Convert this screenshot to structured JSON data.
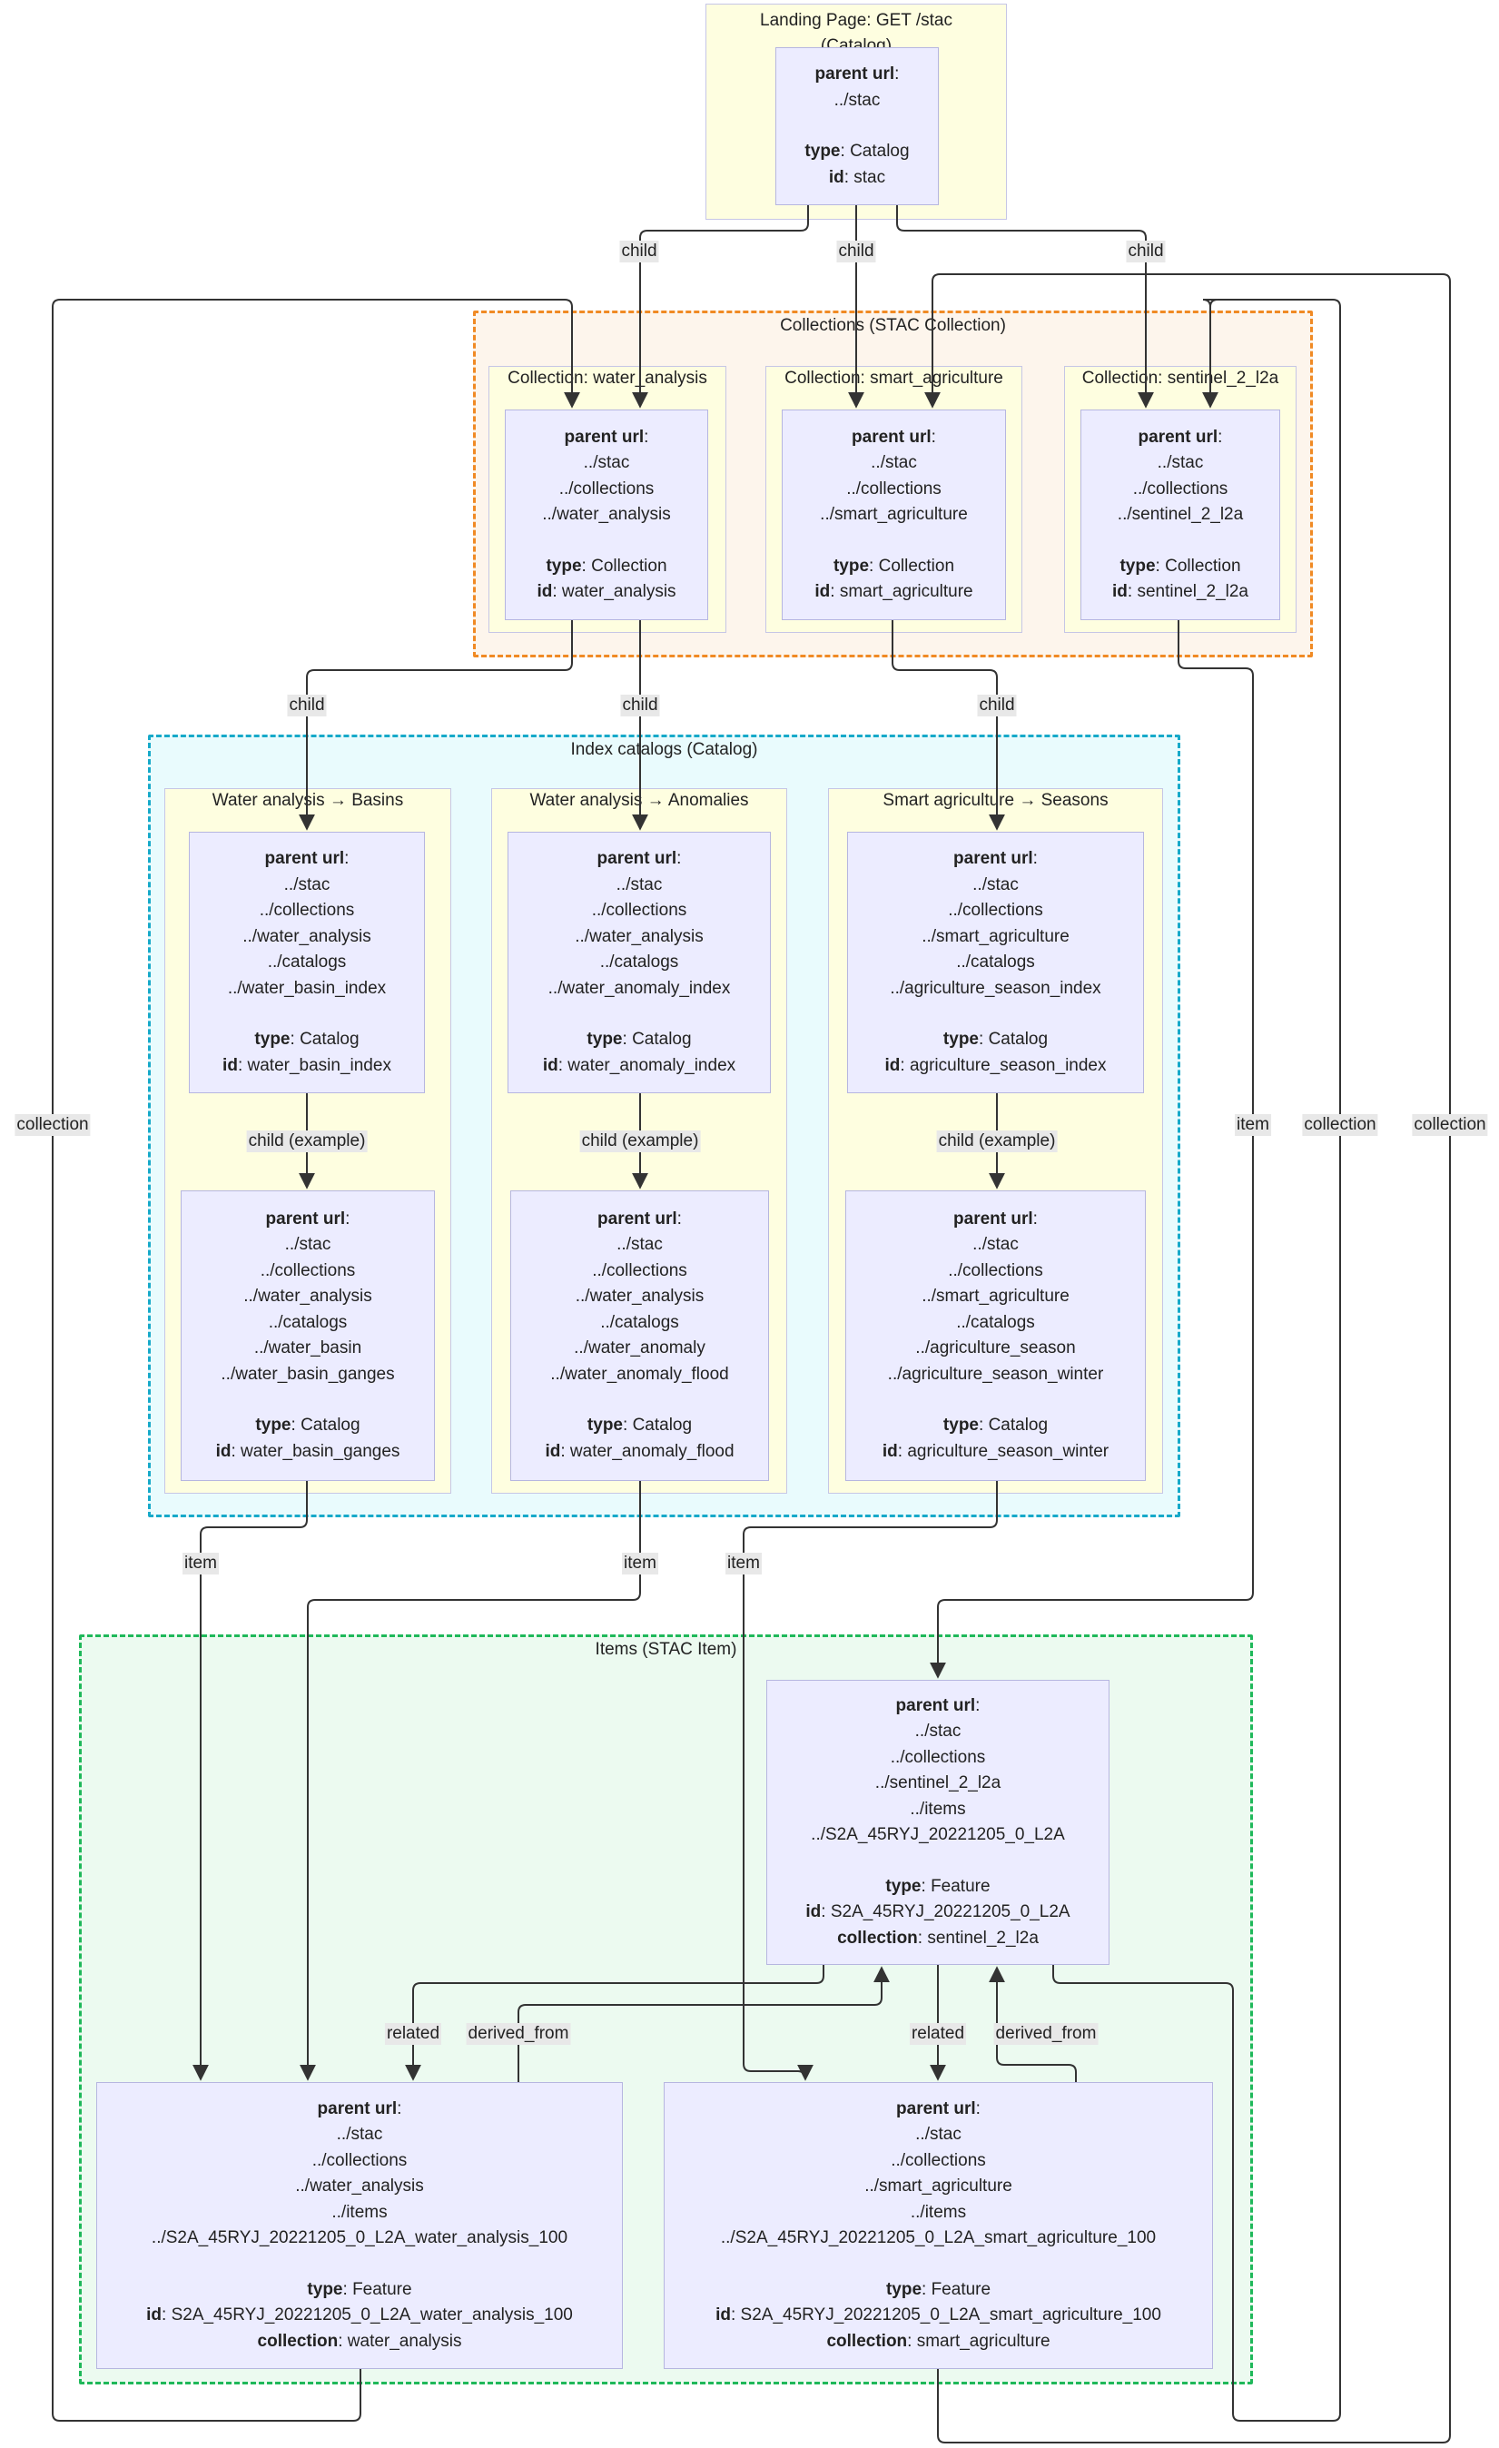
{
  "colors": {
    "node_fill": "#ececff",
    "node_border": "#b6b6e0",
    "subgraph_fill": "#fefee0",
    "collections_border": "#f08a24",
    "collections_fill": "#fdf5ec",
    "catalogs_border": "#16a9c9",
    "catalogs_fill": "#e9fbfd",
    "items_border": "#1fb85a",
    "items_fill": "#ecfaf0",
    "edge": "#333333"
  },
  "landing": {
    "title": "Landing Page: GET /stac (Catalog)",
    "parent_url_label": "parent url",
    "url_lines": [
      "../stac"
    ],
    "type_label": "type",
    "type": "Catalog",
    "id_label": "id",
    "id": "stac"
  },
  "clusters": {
    "collections": "Collections (STAC Collection)",
    "catalogs": "Index catalogs (Catalog)",
    "items": "Items (STAC Item)"
  },
  "collections": [
    {
      "title": "Collection: water_analysis",
      "url_lines": [
        "../stac",
        "../collections",
        "../water_analysis"
      ],
      "type": "Collection",
      "id": "water_analysis"
    },
    {
      "title": "Collection: smart_agriculture",
      "url_lines": [
        "../stac",
        "../collections",
        "../smart_agriculture"
      ],
      "type": "Collection",
      "id": "smart_agriculture"
    },
    {
      "title": "Collection: sentinel_2_l2a",
      "url_lines": [
        "../stac",
        "../collections",
        "../sentinel_2_l2a"
      ],
      "type": "Collection",
      "id": "sentinel_2_l2a"
    }
  ],
  "index_catalogs": [
    {
      "title": "Water analysis → Basins",
      "index": {
        "url_lines": [
          "../stac",
          "../collections",
          "../water_analysis",
          "../catalogs",
          "../water_basin_index"
        ],
        "type": "Catalog",
        "id": "water_basin_index"
      },
      "child": {
        "url_lines": [
          "../stac",
          "../collections",
          "../water_analysis",
          "../catalogs",
          "../water_basin",
          "../water_basin_ganges"
        ],
        "type": "Catalog",
        "id": "water_basin_ganges"
      }
    },
    {
      "title": "Water analysis → Anomalies",
      "index": {
        "url_lines": [
          "../stac",
          "../collections",
          "../water_analysis",
          "../catalogs",
          "../water_anomaly_index"
        ],
        "type": "Catalog",
        "id": "water_anomaly_index"
      },
      "child": {
        "url_lines": [
          "../stac",
          "../collections",
          "../water_analysis",
          "../catalogs",
          "../water_anomaly",
          "../water_anomaly_flood"
        ],
        "type": "Catalog",
        "id": "water_anomaly_flood"
      }
    },
    {
      "title": "Smart agriculture → Seasons",
      "index": {
        "url_lines": [
          "../stac",
          "../collections",
          "../smart_agriculture",
          "../catalogs",
          "../agriculture_season_index"
        ],
        "type": "Catalog",
        "id": "agriculture_season_index"
      },
      "child": {
        "url_lines": [
          "../stac",
          "../collections",
          "../smart_agriculture",
          "../catalogs",
          "../agriculture_season",
          "../agriculture_season_winter"
        ],
        "type": "Catalog",
        "id": "agriculture_season_winter"
      }
    }
  ],
  "items": {
    "source": {
      "url_lines": [
        "../stac",
        "../collections",
        "../sentinel_2_l2a",
        "../items",
        "../S2A_45RYJ_20221205_0_L2A"
      ],
      "type": "Feature",
      "id": "S2A_45RYJ_20221205_0_L2A",
      "collection": "sentinel_2_l2a"
    },
    "water": {
      "url_lines": [
        "../stac",
        "../collections",
        "../water_analysis",
        "../items",
        "../S2A_45RYJ_20221205_0_L2A_water_analysis_100"
      ],
      "type": "Feature",
      "id": "S2A_45RYJ_20221205_0_L2A_water_analysis_100",
      "collection": "water_analysis"
    },
    "agri": {
      "url_lines": [
        "../stac",
        "../collections",
        "../smart_agriculture",
        "../items",
        "../S2A_45RYJ_20221205_0_L2A_smart_agriculture_100"
      ],
      "type": "Feature",
      "id": "S2A_45RYJ_20221205_0_L2A_smart_agriculture_100",
      "collection": "smart_agriculture"
    }
  },
  "field_labels": {
    "parent_url": "parent url",
    "type": "type",
    "id": "id",
    "collection": "collection"
  },
  "edge_labels": {
    "child": "child",
    "child_example": "child (example)",
    "item": "item",
    "collection": "collection",
    "related": "related",
    "derived_from": "derived_from"
  }
}
